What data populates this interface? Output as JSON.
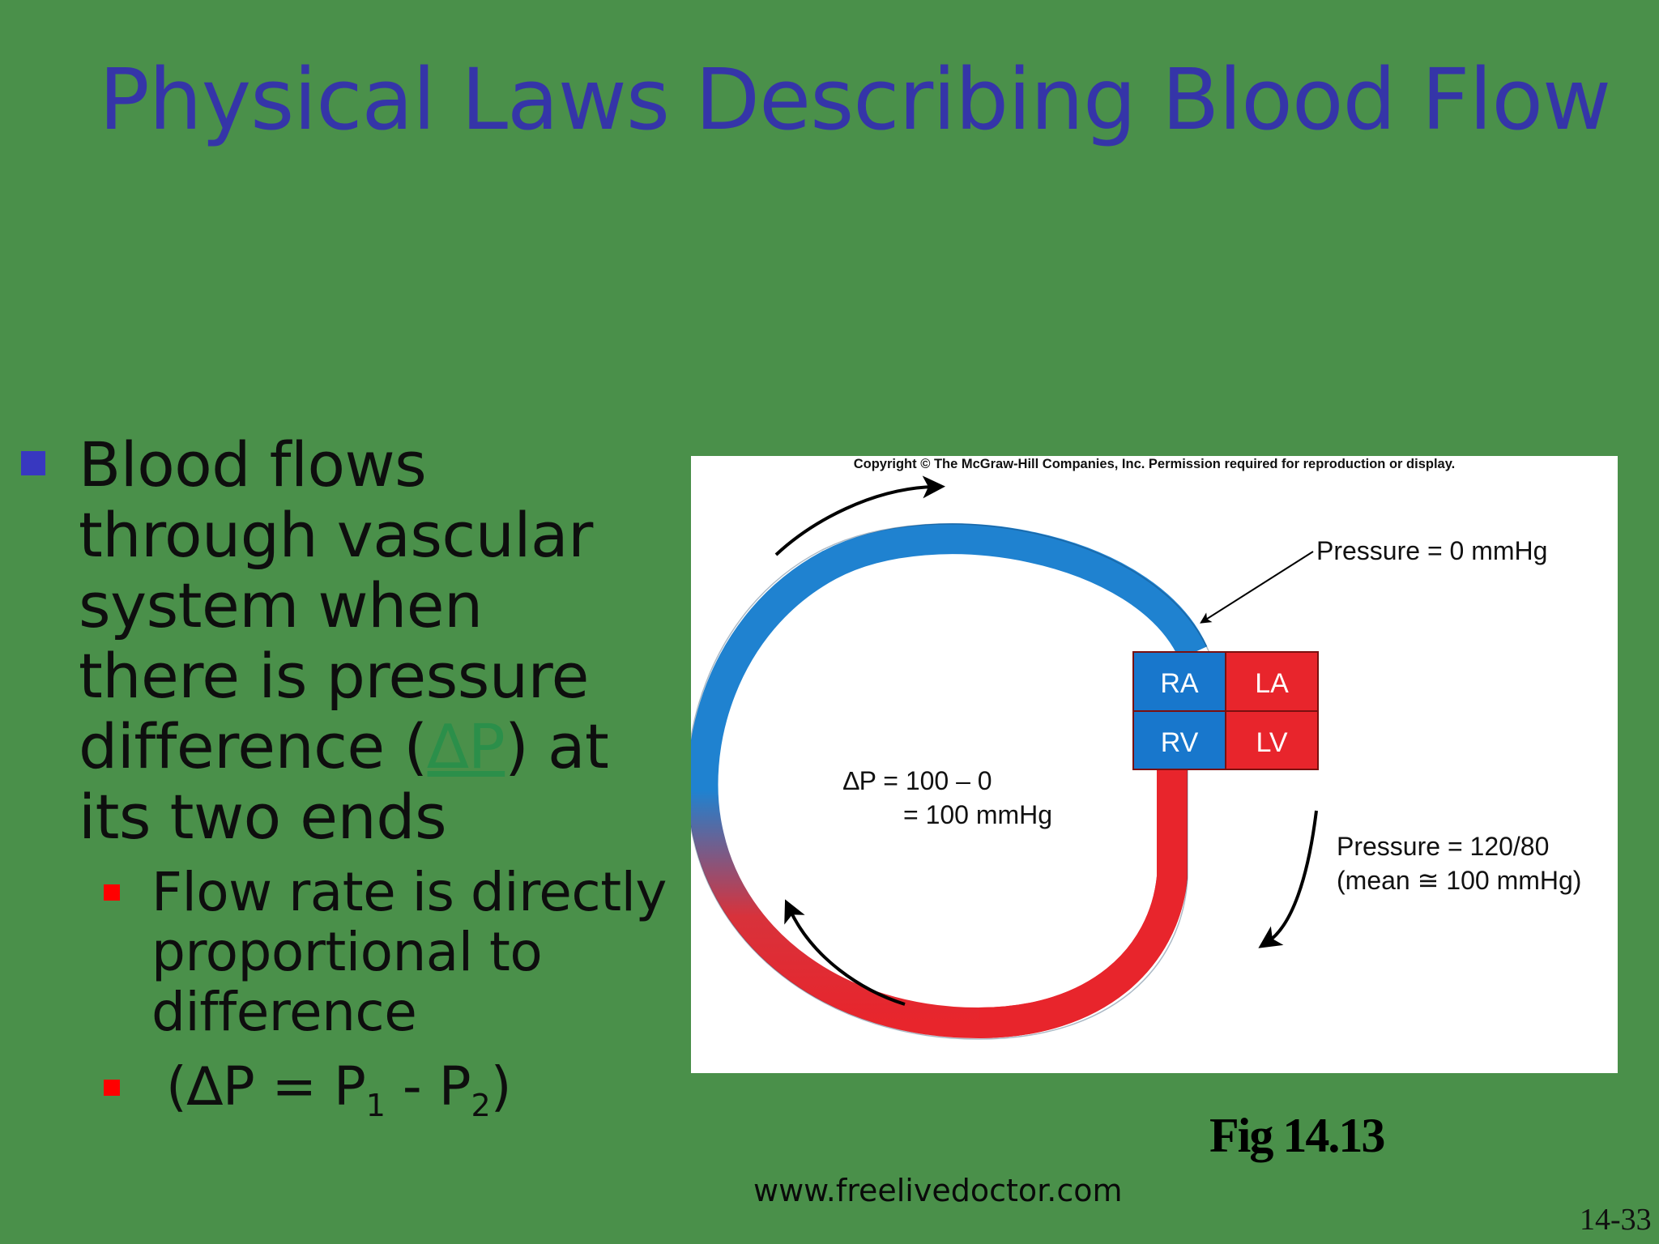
{
  "slide": {
    "title": "Physical Laws Describing Blood Flow",
    "slide_number": "14-33",
    "website": "www.freelivedoctor.com"
  },
  "bullets": {
    "main_pre": "Blood flows through vascular system when there is pressure difference (",
    "main_link": "∆P",
    "main_post": ") at its two ends",
    "sub1": "Flow rate is directly proportional to difference",
    "sub2_pre": "(∆P = P",
    "sub2_sub1": "1",
    "sub2_mid": " - P",
    "sub2_sub2": "2",
    "sub2_post": ")"
  },
  "figure": {
    "copyright": "Copyright © The McGraw-Hill Companies, Inc. Permission required for reproduction or display.",
    "chambers": {
      "ra": "RA",
      "la": "LA",
      "rv": "RV",
      "lv": "LV"
    },
    "pressure_venous": "Pressure = 0 mmHg",
    "pressure_arterial_line1": "Pressure = 120/80",
    "pressure_arterial_line2": "(mean ≅ 100 mmHg)",
    "delta_line1": "∆P = 100 – 0",
    "delta_line2": "= 100 mmHg",
    "caption": "Fig 14.13",
    "colors": {
      "venous": "#1f7fcf",
      "arterial": "#e8252c",
      "chamber_blue": "#1877cc",
      "chamber_red": "#e8252c"
    }
  }
}
